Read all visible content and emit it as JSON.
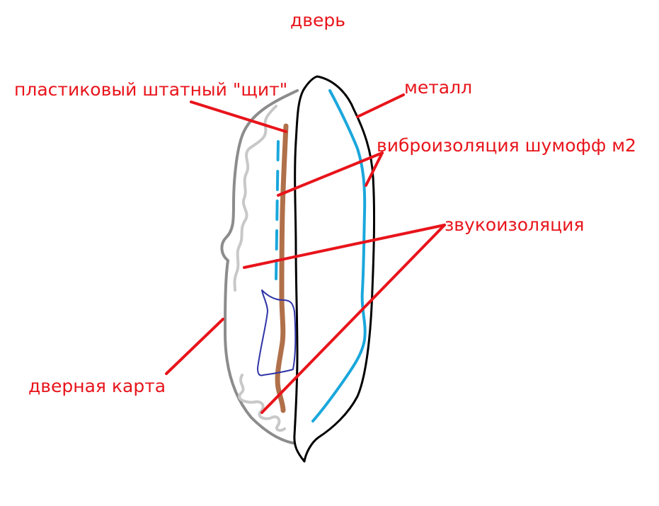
{
  "labels": {
    "door": "дверь",
    "plastic_shield": "пластиковый штатный \"щит\"",
    "metal": "металл",
    "vibro_isolation": "виброизоляция шумофф м2",
    "sound_isolation": "звукоизоляция",
    "door_card": "дверная карта"
  },
  "colors": {
    "label_red": "#e8141b",
    "metal_black": "#000000",
    "vibro_blue": "#1aa7dc",
    "shield_brown": "#b0704a",
    "card_gray": "#8c8c8c",
    "sound_light_gray": "#c8c8c8",
    "block_navy": "#3035a8"
  }
}
